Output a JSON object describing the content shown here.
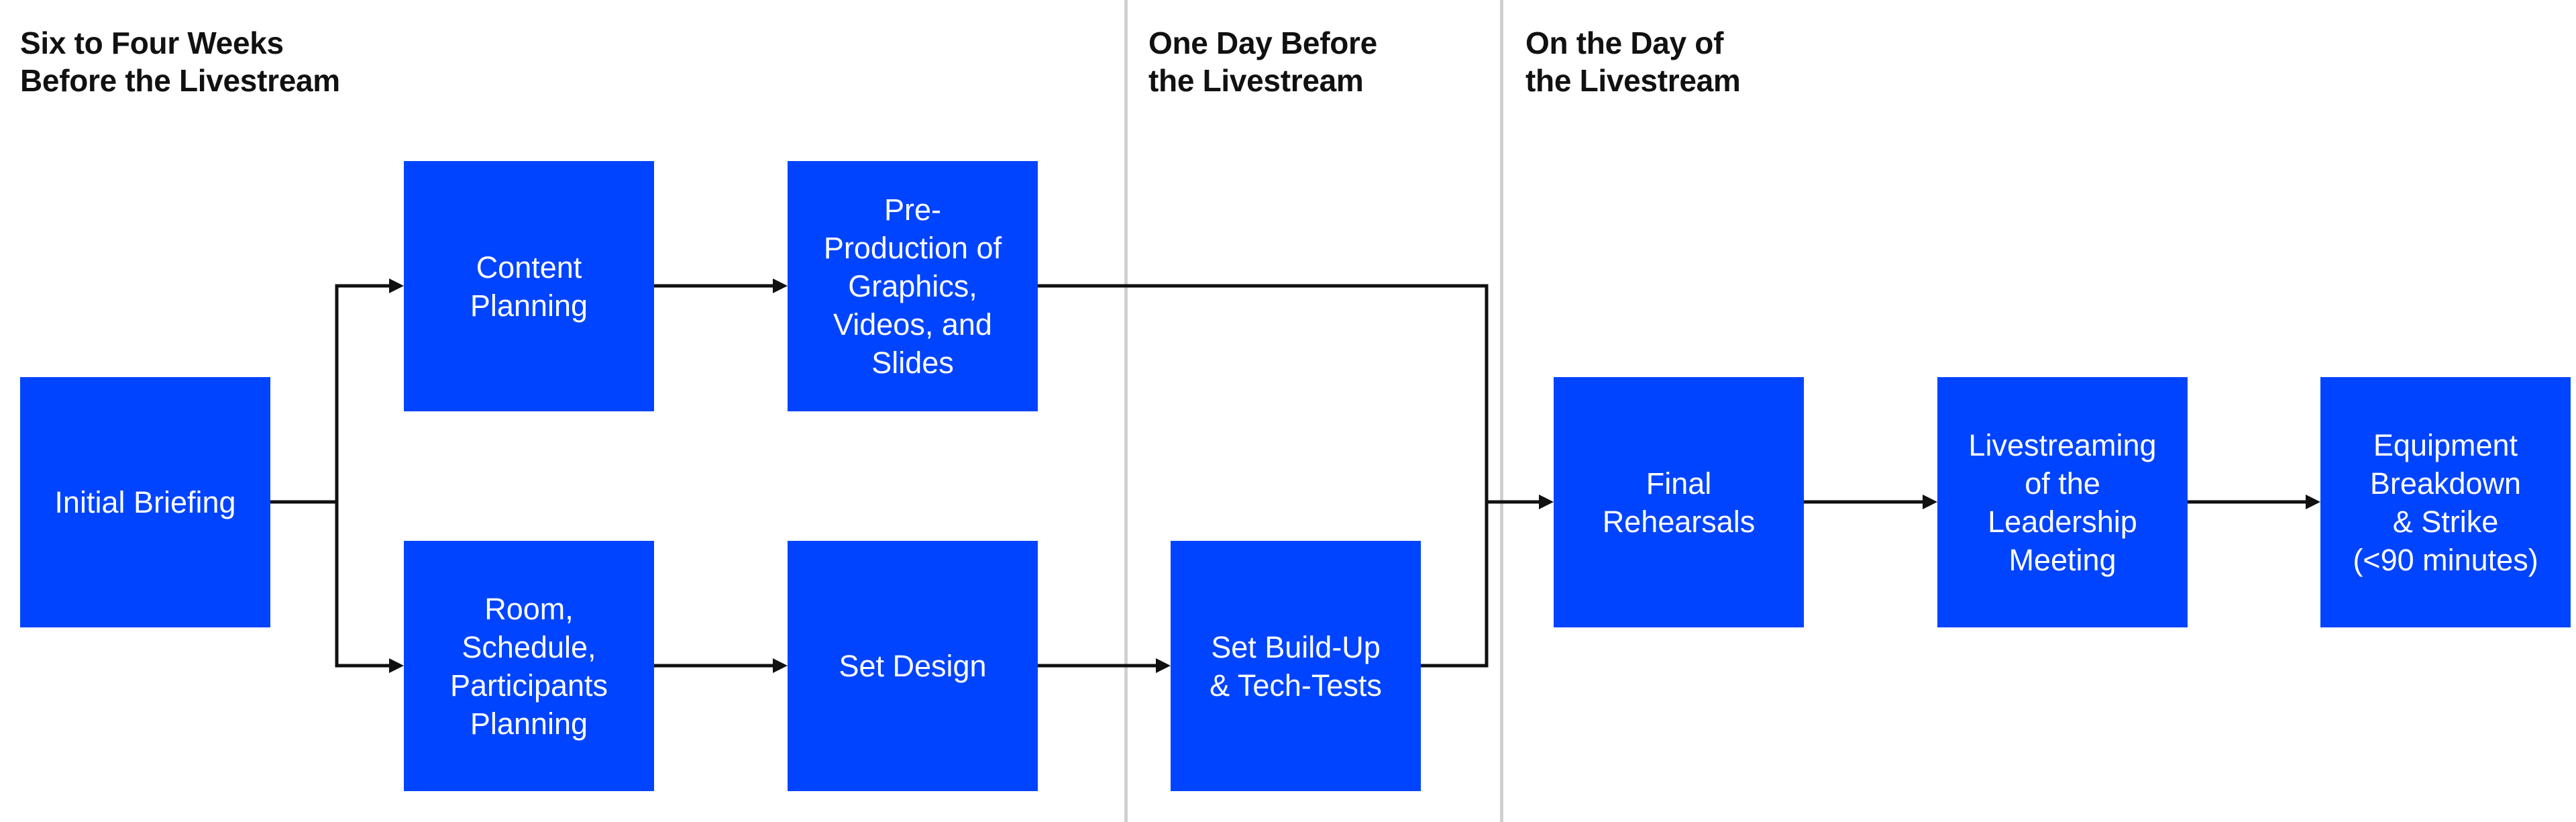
{
  "phases": [
    {
      "id": "phase-1",
      "title": "Six to Four Weeks\nBefore the Livestream"
    },
    {
      "id": "phase-2",
      "title": "One Day Before\nthe Livestream"
    },
    {
      "id": "phase-3",
      "title": "On the Day of\nthe Livestream"
    }
  ],
  "steps": {
    "initial_briefing": "Initial Briefing",
    "content_planning": "Content\nPlanning",
    "preproduction": "Pre-\nProduction of\nGraphics,\nVideos, and\nSlides",
    "room_schedule": "Room,\nSchedule,\nParticipants\nPlanning",
    "set_design": "Set Design",
    "set_buildup": "Set Build-Up\n& Tech-Tests",
    "final_rehearsals": "Final\nRehearsals",
    "livestreaming": "Livestreaming\nof the\nLeadership\nMeeting",
    "equipment_breakdown": "Equipment\nBreakdown\n& Strike\n(<90 minutes)"
  },
  "colors": {
    "box_fill": "#0044ff",
    "box_text": "#ffffff",
    "header_text": "#111111",
    "connector": "#111111",
    "divider": "#d0d0d0"
  }
}
